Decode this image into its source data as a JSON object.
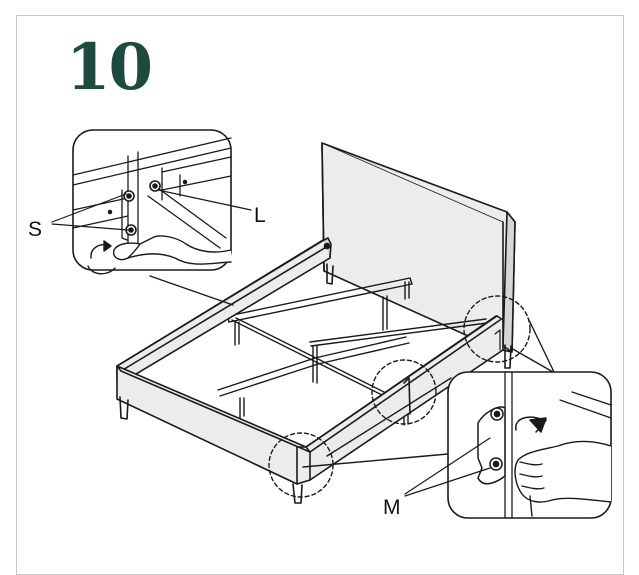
{
  "step_number": "10",
  "colors": {
    "step_number": "#1f4a3f",
    "line": "#1a1a1a",
    "fabric": "#ececec",
    "fabric_dark": "#d6d6d6",
    "frame_border": "#c9c9c9"
  },
  "labels": {
    "S": "S",
    "L": "L",
    "M": "M"
  },
  "icons": [
    "rotate-arrow-icon",
    "hand-icon",
    "detail-callout-circle"
  ]
}
